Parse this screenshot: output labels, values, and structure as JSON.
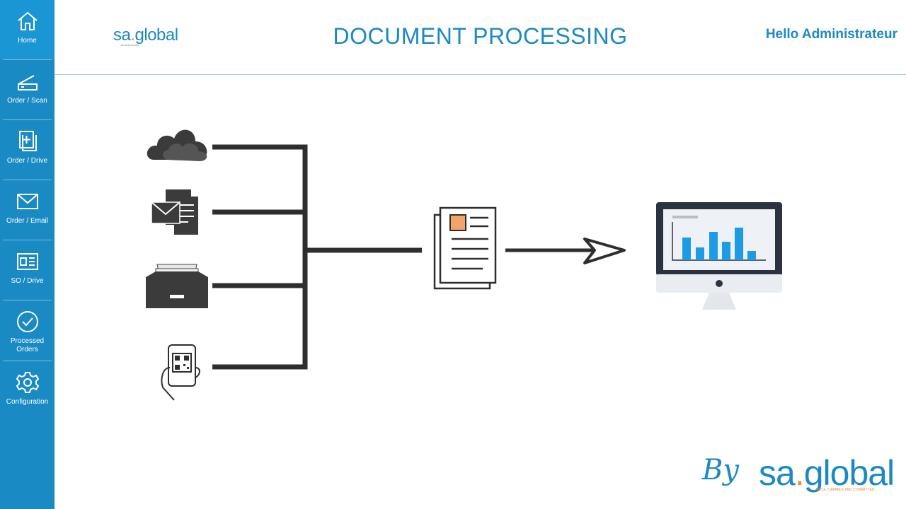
{
  "header": {
    "title": "DOCUMENT PROCESSING",
    "greeting": "Hello Administrateur",
    "logo": {
      "text": "sa",
      "dot": ".",
      "text2": "global",
      "tagline": "SOLUTIONS INNOVATION"
    }
  },
  "sidebar": {
    "items": [
      {
        "label": "Home",
        "icon": "home-icon"
      },
      {
        "label": "Order / Scan",
        "icon": "scanner-icon"
      },
      {
        "label": "Order / Drive",
        "icon": "drive-add-icon"
      },
      {
        "label": "Order / Email",
        "icon": "envelope-icon"
      },
      {
        "label": "SO / Drive",
        "icon": "document-list-icon"
      },
      {
        "label": "Processed Orders",
        "icon": "check-circle-icon"
      },
      {
        "label": "Configuration",
        "icon": "gear-icon"
      }
    ]
  },
  "diagram": {
    "sources": [
      "cloud-icon",
      "email-document-icon",
      "inbox-tray-icon",
      "mobile-qr-icon"
    ],
    "processor": "document-icon",
    "destination": "monitor-chart-icon"
  },
  "footer": {
    "by": "By",
    "brand_a": "sa",
    "brand_dot": ".",
    "brand_b": "global",
    "tagline": "AGILE, CAPABLE AND COMMITTED"
  },
  "colors": {
    "sidebar": "#1a8ac4",
    "active": "#1996d3",
    "brand_blue": "#1c89c4",
    "brand_orange": "#f08a3a",
    "chart_blue": "#1e9be5",
    "dark": "#2e2e2e"
  }
}
